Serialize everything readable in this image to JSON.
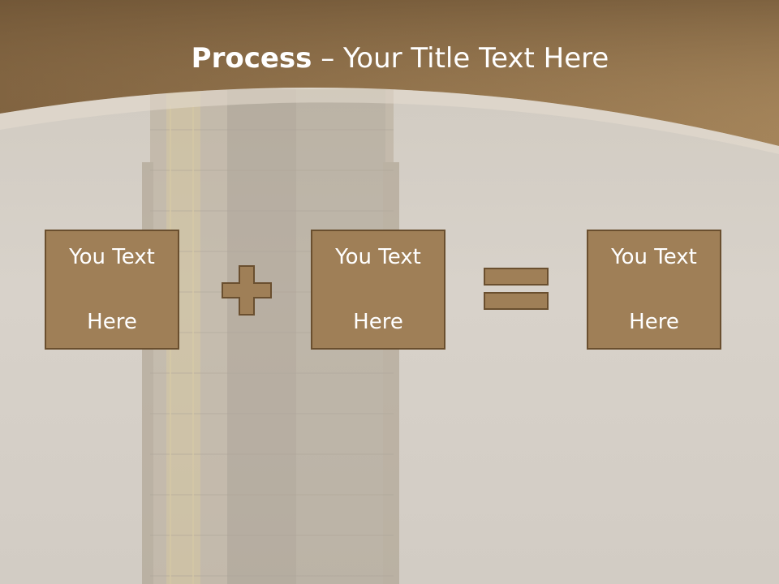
{
  "slide": {
    "title_bold": "Process",
    "title_dash": " – ",
    "title_rest": "Your Title Text Here"
  },
  "boxes": [
    {
      "line1": "You Text",
      "line2": "Here"
    },
    {
      "line1": "You Text",
      "line2": "Here"
    },
    {
      "line1": "You Text",
      "line2": "Here"
    }
  ],
  "operators": [
    "plus",
    "equals"
  ],
  "colors": {
    "header_brown": "#8a6a45",
    "box_fill": "#9f7f57",
    "box_border": "#6a4f2f",
    "text": "#ffffff"
  }
}
